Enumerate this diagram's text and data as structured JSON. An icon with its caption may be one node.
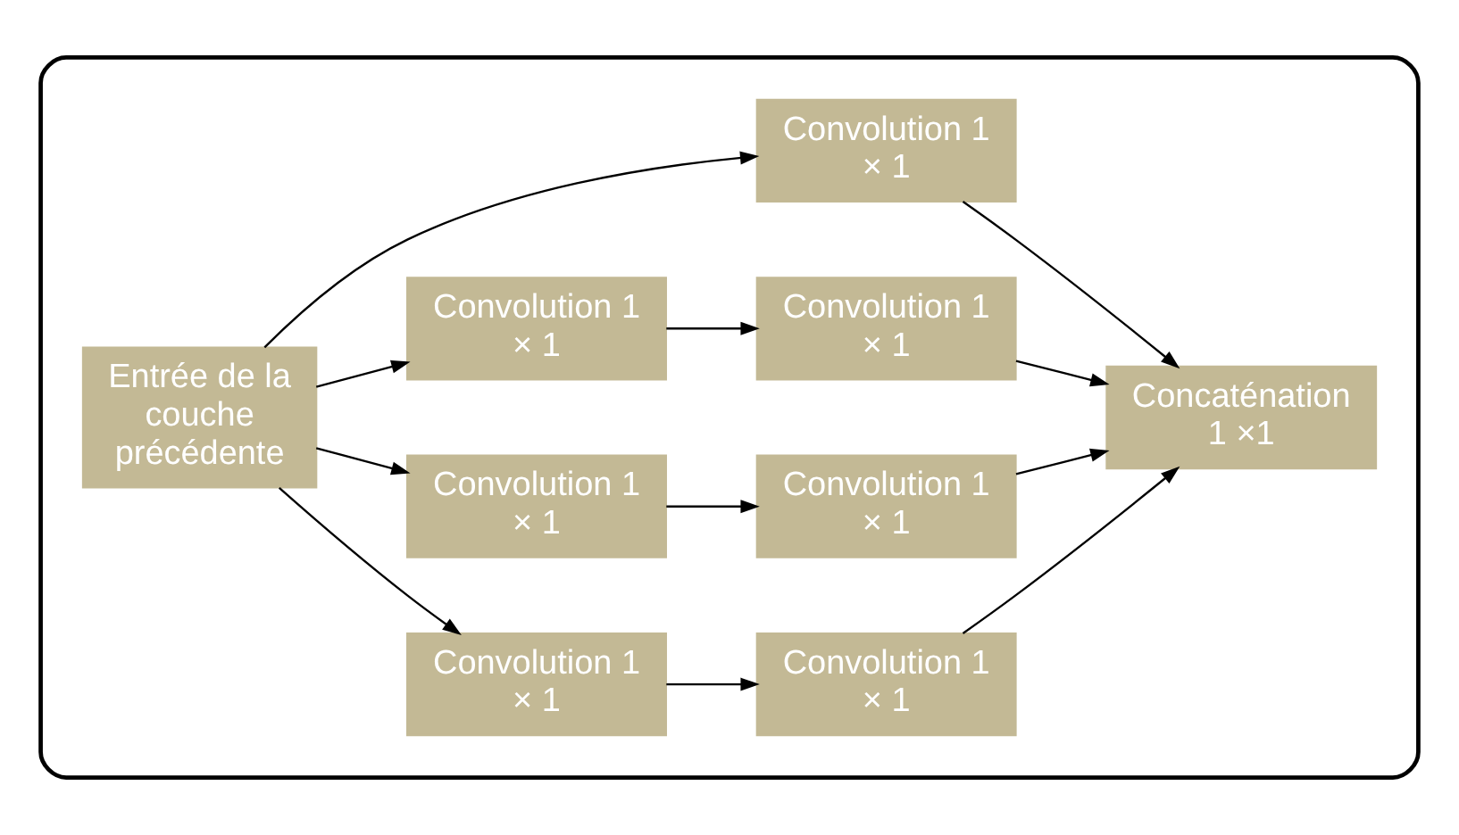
{
  "diagram": {
    "nodes": [
      {
        "text": [],
        "shape": "box"
      },
      {
        "text": [
          "Entrée de la couche précédente"
        ],
        "in": 0
      },
      {
        "text": [
          "Convolution 1 × 1"
        ],
        "in": 0
      },
      {
        "text": [
          "Convolution 1 × 1"
        ],
        "in": 0
      },
      {
        "text": [
          "Convolution 1 × 1"
        ],
        "in": 0
      },
      {
        "text": [
          "Convolution 1 × 1"
        ],
        "in": 0
      },
      {
        "text": [
          "Convolution 1 × 1"
        ],
        "in": 0
      },
      {
        "text": [
          "Convolution 1 × 1"
        ],
        "in": 0
      },
      {
        "text": [
          "Convolution 1 × 1"
        ],
        "in": 0
      },
      {
        "text": [
          "Concaténation 1 ×1"
        ],
        "in": 0
      }
    ],
    "edges": [
      {
        "from": 1,
        "to": 2,
        "arrow": "to"
      },
      {
        "from": 1,
        "to": 4,
        "arrow": "to"
      },
      {
        "from": 1,
        "to": 6,
        "arrow": "to"
      },
      {
        "from": 1,
        "to": 8,
        "arrow": "to"
      },
      {
        "from": 2,
        "to": 3,
        "arrow": "to"
      },
      {
        "from": 4,
        "to": 5,
        "arrow": "to"
      },
      {
        "from": 6,
        "to": 7,
        "arrow": "to"
      },
      {
        "from": 3,
        "to": 9,
        "arrow": "to"
      },
      {
        "from": 5,
        "to": 9,
        "arrow": "to"
      },
      {
        "from": 7,
        "to": 9,
        "arrow": "to"
      },
      {
        "from": 8,
        "to": 9,
        "arrow": "to"
      }
    ]
  }
}
